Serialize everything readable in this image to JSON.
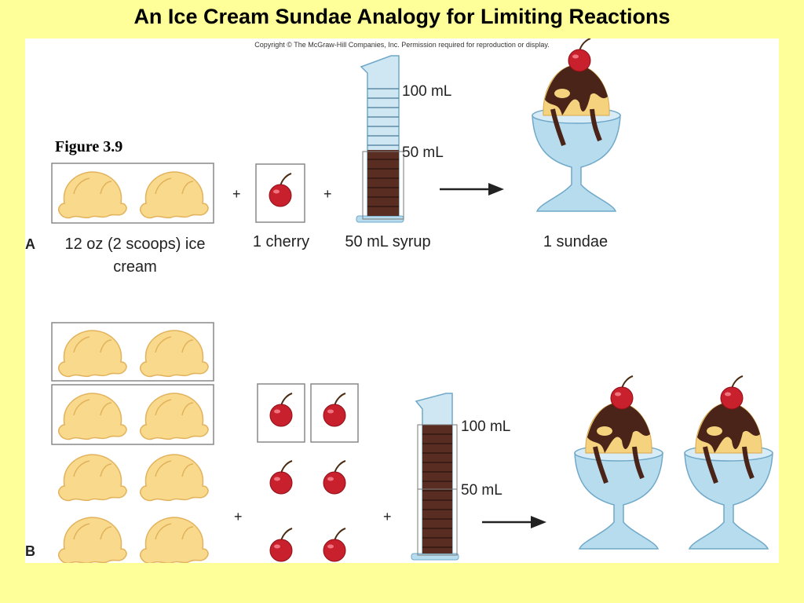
{
  "title": "An Ice Cream Sundae Analogy for Limiting Reactions",
  "copyright": "Copyright © The McGraw-Hill Companies, Inc. Permission required for reproduction or display.",
  "figure_label": "Figure 3.9",
  "part_a": {
    "label": "A",
    "ice_cream": "12 oz (2 scoops) ice cream",
    "cherry": "1 cherry",
    "syrup": "50 mL syrup",
    "sundae": "1 sundae",
    "mark_100": "100 mL",
    "mark_50": "50 mL",
    "plus": "+"
  },
  "part_b": {
    "label": "B",
    "mark_100": "100 mL",
    "mark_50": "50 mL",
    "plus": "+"
  },
  "colors": {
    "background": "#ffff99",
    "scoop": "#f9d98c",
    "cherry": "#c8202c",
    "syrup": "#5a2d22",
    "glass": "#b7dcee"
  }
}
